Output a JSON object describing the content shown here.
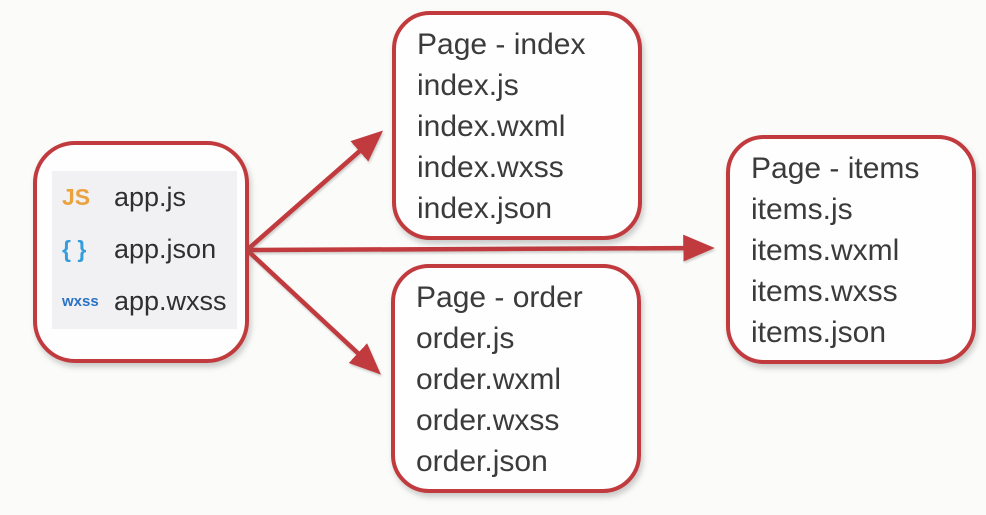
{
  "app_box": {
    "files": [
      {
        "icon": "js-file-icon",
        "icon_label": "JS",
        "name": "app.js"
      },
      {
        "icon": "json-file-icon",
        "icon_label": "{ }",
        "name": "app.json"
      },
      {
        "icon": "wxss-file-icon",
        "icon_label": "wxss",
        "name": "app.wxss"
      }
    ]
  },
  "pages": [
    {
      "id": "index",
      "title": "Page - index",
      "files": [
        "index.js",
        "index.wxml",
        "index.wxss",
        "index.json"
      ]
    },
    {
      "id": "order",
      "title": "Page - order",
      "files": [
        "order.js",
        "order.wxml",
        "order.wxss",
        "order.json"
      ]
    },
    {
      "id": "items",
      "title": "Page - items",
      "files": [
        "items.js",
        "items.wxml",
        "items.wxss",
        "items.json"
      ]
    }
  ],
  "colors": {
    "box_border": "#c13a3e",
    "arrow": "#c13a3e",
    "text": "#3b3b3b",
    "panel_bg": "#f1f1f3",
    "background": "#fbfbf9",
    "js_icon": "#eba23c",
    "json_icon": "#359ddb",
    "wxss_icon": "#2a72c4"
  }
}
